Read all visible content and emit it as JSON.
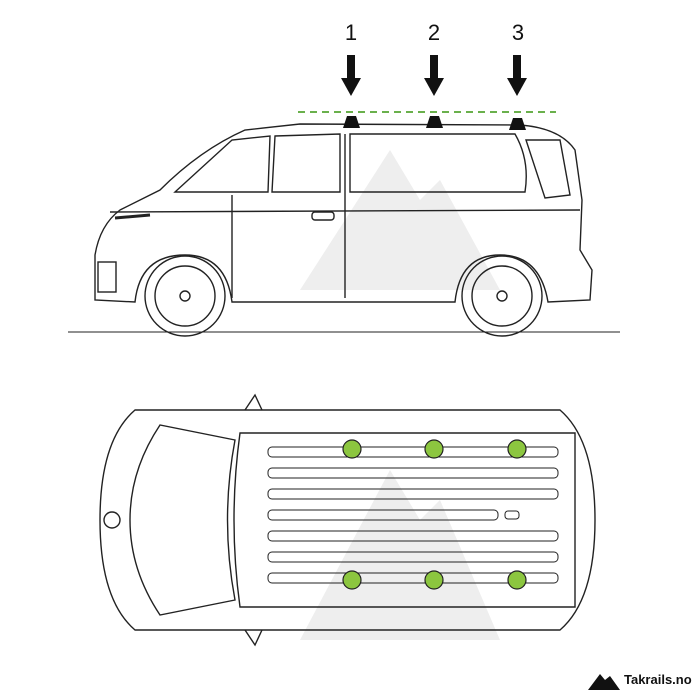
{
  "mount_points": [
    {
      "label": "1"
    },
    {
      "label": "2"
    },
    {
      "label": "3"
    }
  ],
  "colors": {
    "mount_point": "#8cc63f",
    "roof_line": "#6ab04c",
    "outline": "#222222"
  },
  "logo": {
    "text": "Takrails.no"
  }
}
